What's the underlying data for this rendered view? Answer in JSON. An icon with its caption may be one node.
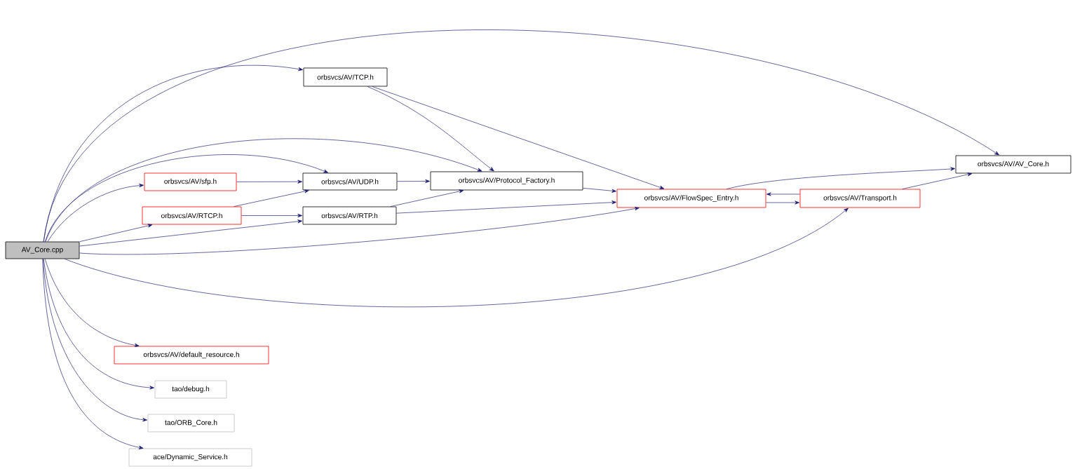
{
  "diagram": {
    "nodes": [
      {
        "text": [
          "AV_Core.cpp"
        ]
      },
      {
        "text": [
          "orbsvcs/AV/TCP.h"
        ]
      },
      {
        "text": [
          "orbsvcs/AV/AV_Core.h"
        ]
      },
      {
        "text": [
          "orbsvcs/AV/sfp.h"
        ]
      },
      {
        "text": [
          "orbsvcs/AV/UDP.h"
        ]
      },
      {
        "text": [
          "orbsvcs/AV/Protocol_Factory.h"
        ]
      },
      {
        "text": [
          "orbsvcs/AV/RTCP.h"
        ]
      },
      {
        "text": [
          "orbsvcs/AV/RTP.h"
        ]
      },
      {
        "text": [
          "orbsvcs/AV/FlowSpec_Entry.h"
        ]
      },
      {
        "text": [
          "orbsvcs/AV/Transport.h"
        ]
      },
      {
        "text": [
          "orbsvcs/AV/default_resource.h"
        ]
      },
      {
        "text": [
          "tao/debug.h"
        ]
      },
      {
        "text": [
          "tao/ORB_Core.h"
        ]
      },
      {
        "text": [
          "ace/Dynamic_Service.h"
        ]
      }
    ],
    "edges": [
      {
        "from": 0,
        "to": 2,
        "arrow": "to"
      },
      {
        "from": 0,
        "to": 1,
        "arrow": "to"
      },
      {
        "from": 0,
        "to": 5,
        "arrow": "to"
      },
      {
        "from": 0,
        "to": 4,
        "arrow": "to"
      },
      {
        "from": 0,
        "to": 3,
        "arrow": "to"
      },
      {
        "from": 0,
        "to": 6,
        "arrow": "to"
      },
      {
        "from": 0,
        "to": 7,
        "arrow": "to"
      },
      {
        "from": 0,
        "to": 8,
        "arrow": "to"
      },
      {
        "from": 0,
        "to": 9,
        "arrow": "to"
      },
      {
        "from": 0,
        "to": 10,
        "arrow": "to"
      },
      {
        "from": 0,
        "to": 11,
        "arrow": "to"
      },
      {
        "from": 0,
        "to": 12,
        "arrow": "to"
      },
      {
        "from": 0,
        "to": 13,
        "arrow": "to"
      },
      {
        "from": 1,
        "to": 5,
        "arrow": "to"
      },
      {
        "from": 1,
        "to": 8,
        "arrow": "to"
      },
      {
        "from": 3,
        "to": 4,
        "arrow": "to"
      },
      {
        "from": 6,
        "to": 4,
        "arrow": "to"
      },
      {
        "from": 6,
        "to": 7,
        "arrow": "to"
      },
      {
        "from": 4,
        "to": 5,
        "arrow": "to"
      },
      {
        "from": 7,
        "to": 5,
        "arrow": "to"
      },
      {
        "from": 7,
        "to": 8,
        "arrow": "to"
      },
      {
        "from": 5,
        "to": 8,
        "arrow": "to"
      },
      {
        "from": 8,
        "to": 2,
        "arrow": "to"
      },
      {
        "from": 8,
        "to": 9,
        "arrow": "to"
      },
      {
        "from": 9,
        "to": 8,
        "arrow": "to"
      },
      {
        "from": 9,
        "to": 2,
        "arrow": "to"
      }
    ]
  }
}
